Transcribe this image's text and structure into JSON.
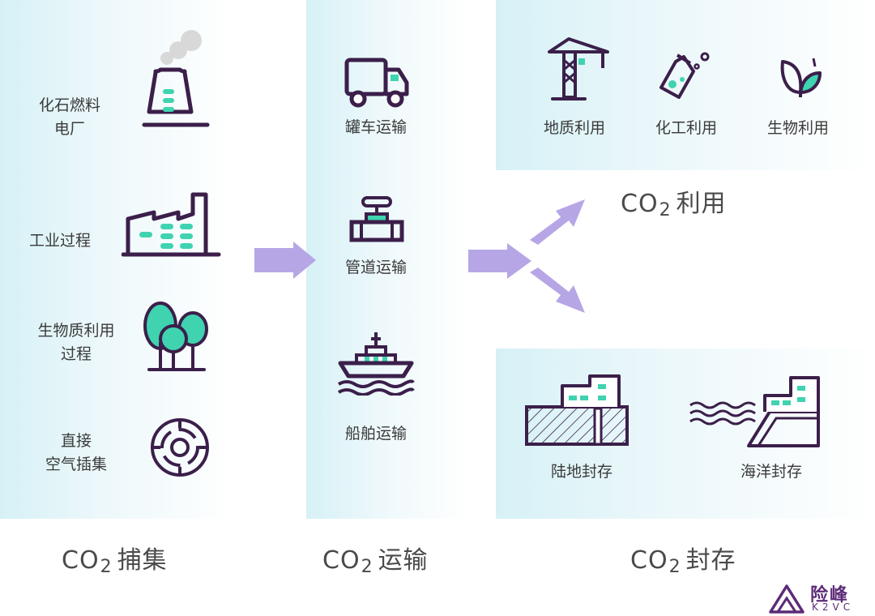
{
  "capture": {
    "title_prefix": "CO",
    "title_sub": "2",
    "title_suffix": "捕集",
    "items": [
      {
        "line1": "化石燃料",
        "line2": "电厂",
        "icon": "power-plant-icon"
      },
      {
        "line1": "工业过程",
        "line2": "",
        "icon": "factory-icon"
      },
      {
        "line1": "生物质利用",
        "line2": "过程",
        "icon": "trees-icon"
      },
      {
        "line1": "直接",
        "line2": "空气插集",
        "icon": "target-icon"
      }
    ]
  },
  "transport": {
    "title_prefix": "CO",
    "title_sub": "2",
    "title_suffix": "运输",
    "items": [
      {
        "label": "罐车运输",
        "icon": "truck-icon"
      },
      {
        "label": "管道运输",
        "icon": "pipeline-valve-icon"
      },
      {
        "label": "船舶运输",
        "icon": "ship-icon"
      }
    ]
  },
  "utilization": {
    "title_prefix": "CO",
    "title_sub": "2",
    "title_suffix": "利用",
    "items": [
      {
        "label": "地质利用",
        "icon": "crane-icon"
      },
      {
        "label": "化工利用",
        "icon": "flask-icon"
      },
      {
        "label": "生物利用",
        "icon": "leaf-icon"
      }
    ]
  },
  "storage": {
    "title_prefix": "CO",
    "title_sub": "2",
    "title_suffix": "封存",
    "items": [
      {
        "label": "陆地封存",
        "icon": "land-storage-icon"
      },
      {
        "label": "海洋封存",
        "icon": "ocean-storage-icon"
      }
    ]
  },
  "logo": {
    "cn": "险峰",
    "en": "K2VC"
  },
  "colors": {
    "dark": "#3b1f4a",
    "teal": "#3fd3b0",
    "arrow": "#b7a6e6",
    "panel": "#d6f1f6"
  }
}
